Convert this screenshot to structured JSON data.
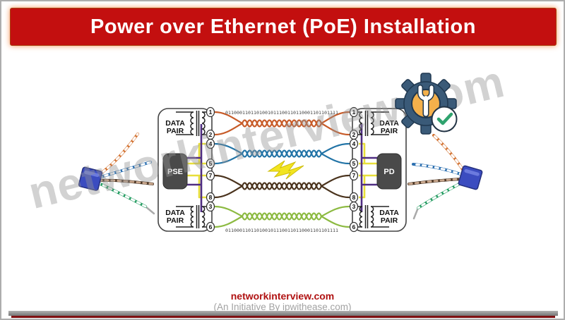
{
  "banner": {
    "title": "Power over Ethernet (PoE) Installation",
    "bg_color": "#c30f0f",
    "text_color": "#ffffff"
  },
  "diagram": {
    "left_device": {
      "label": "PSE"
    },
    "right_device": {
      "label": "PD"
    },
    "data_pair": {
      "line1": "DATA",
      "line2": "PAIR"
    },
    "pins": [
      "1",
      "2",
      "4",
      "5",
      "7",
      "8",
      "3",
      "6"
    ],
    "binary_stream": "0110001101101001011100110110001101101111",
    "pairs": [
      {
        "name": "orange-pair",
        "color": "#c75b28",
        "pins": [
          "1",
          "2"
        ]
      },
      {
        "name": "blue-pair",
        "color": "#2173a6",
        "pins": [
          "4",
          "5"
        ]
      },
      {
        "name": "brown-pair",
        "color": "#4a331d",
        "pins": [
          "7",
          "8"
        ]
      },
      {
        "name": "green-pair",
        "color": "#8cba41",
        "pins": [
          "3",
          "6"
        ]
      }
    ],
    "power_wires": {
      "phantom_color": "#4f2d82",
      "spare_color": "#e8df3a"
    },
    "device_box_color": "#4a4a4a",
    "lightning_color": "#f2e41f"
  },
  "badge_icon": {
    "gear_color": "#3a5a78",
    "center_color": "#f4b04b",
    "check_color": "#2fa36e"
  },
  "watermark": {
    "text": "networkinterview.com"
  },
  "footer": {
    "site": "networkinterview.com",
    "tagline": "(An Initiative By ipwithease.com)"
  }
}
